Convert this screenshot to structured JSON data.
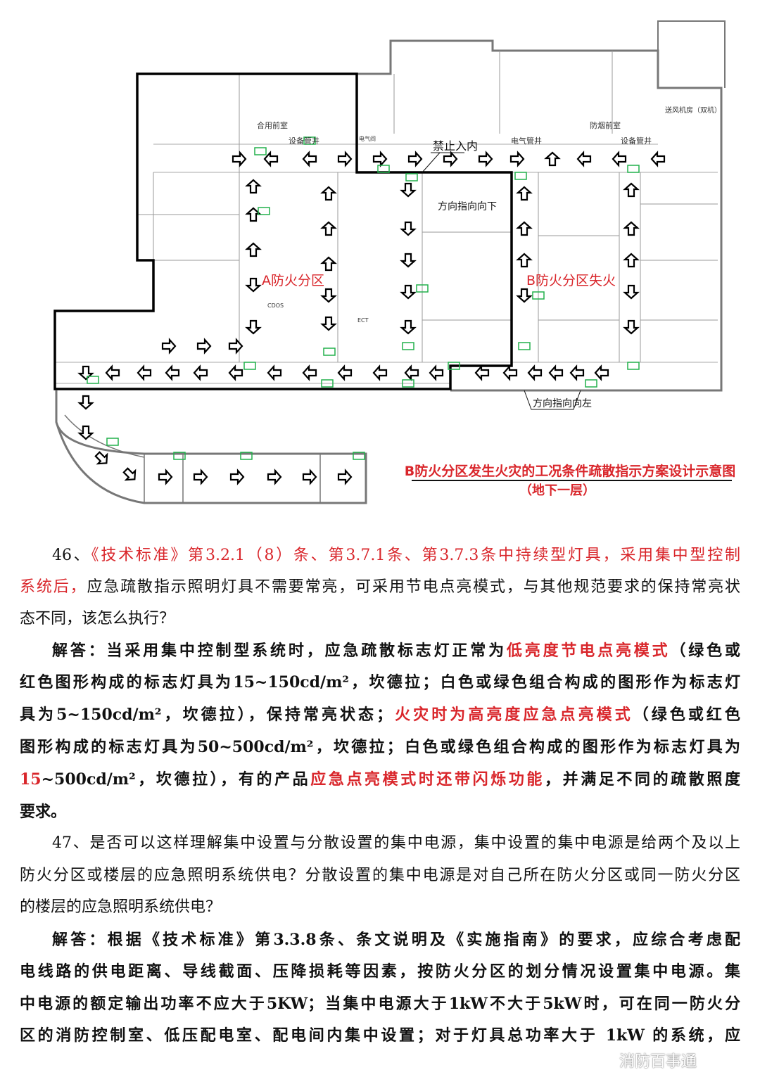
{
  "diagram": {
    "title": "B防火分区发生火灾的工况条件疏散指示方案设计示意图",
    "subtitle": "（地下一层）",
    "labels": {
      "zone_a": "A防火分区",
      "zone_b": "B防火分区失火",
      "no_entry": "禁止入内",
      "direction_down": "方向指向向下",
      "direction_left": "方向指向向左",
      "shared_anteroom": "合用前室",
      "equipment_shaft_1": "设备管井",
      "electrical_shaft": "电气管井",
      "smoke_anteroom": "防烟前室",
      "equipment_shaft_2": "设备管井",
      "air_supply_room": "送风机房（双机）",
      "electrical_room": "电气间",
      "ect": "ECT",
      "cdos": "CDOS"
    },
    "colors": {
      "title": "#d9262b",
      "zone_label": "#d9262b",
      "sign": "#22b14c",
      "wall": "#777777",
      "zone_border": "#000000"
    }
  },
  "paragraphs": {
    "q46": {
      "l1a": "46、",
      "l1b": "《技术标准》第3.2.1（8）条、第3.7.1条、第3.7.3条中持续型灯具，采用集中型控制",
      "l2a": "系统后，",
      "l2b": "应急疏散指示照明灯具不需要常亮，可采用节电点亮模式，与其他规范要求的保持常亮状",
      "l3": "态不同，该怎么执行？"
    },
    "a46": {
      "l1a": "解答：当采用集中控制型系统时，应急疏散标志灯正常为",
      "l1b": "低亮度节电点亮模式",
      "l1c": "（绿色或",
      "l2": "红色图形构成的标志灯具为15~150cd/m²，坎德拉；白色或绿色组合构成的图形作为标志灯",
      "l3a": "具为5~150cd/m²，坎德拉），保持常亮状态；",
      "l3b": "火灾时为高亮度应急点亮模式",
      "l3c": "（绿色或红色",
      "l4": "图形构成的标志灯具为50~500cd/m²，坎德拉；白色或绿色组合构成的图形作为标志灯具为",
      "l5a": "15",
      "l5b": "~500cd/m²，坎德拉），有的产品",
      "l5c": "应急点亮模式时还带闪烁功能",
      "l5d": "，并满足不同的疏散照度",
      "l6": "要求。"
    },
    "q47": {
      "l1": "47、是否可以这样理解集中设置与分散设置的集中电源，集中设置的集中电源是给两个及以上",
      "l2": "防火分区或楼层的应急照明系统供电？分散设置的集中电源是对自己所在防火分区或同一防火分区",
      "l3": "的楼层的应急照明系统供电？"
    },
    "a47": {
      "l1": "解答：根据《技术标准》第3.3.8条、条文说明及《实施指南》的要求，应综合考虑配",
      "l2": "电线路的供电距离、导线截面、压降损耗等因素，按防火分区的划分情况设置集中电源。集",
      "l3": "中电源的额定输出功率不应大于5KW；当集中电源大于1kW不大于5kW时，可在同一防火分",
      "l4": "区的消防控制室、低压配电室、配电间内集中设置；对于灯具总功率大于 1kW 的系统，应"
    }
  },
  "watermark": "消防百事通"
}
